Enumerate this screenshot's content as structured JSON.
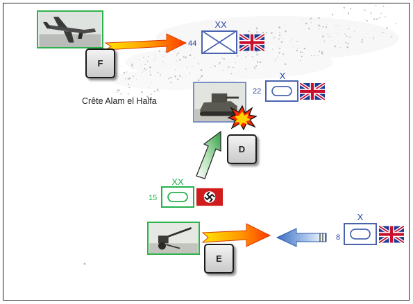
{
  "location_label": "Crête Alam el Halfa",
  "badges": {
    "f": "F",
    "d": "D",
    "e": "E"
  },
  "units": {
    "british_division": {
      "echelon": "XX",
      "number": "44"
    },
    "british_brigade_22": {
      "echelon": "X",
      "number": "22"
    },
    "german_panzer_division": {
      "echelon": "XX",
      "number": "15"
    },
    "british_brigade_8": {
      "echelon": "X",
      "number": "8"
    }
  },
  "colors": {
    "british_unit": "#4a63b0",
    "german_unit": "#22b14c",
    "attack_arrow": "#ff7a00",
    "counter_arrow": "#5b8fd6",
    "advance_arrow": "#3aa84a"
  },
  "icons": [
    "stuka-aircraft",
    "grant-tank",
    "explosion",
    "anti-tank-gun",
    "union-jack-flag",
    "swastika-flag"
  ]
}
